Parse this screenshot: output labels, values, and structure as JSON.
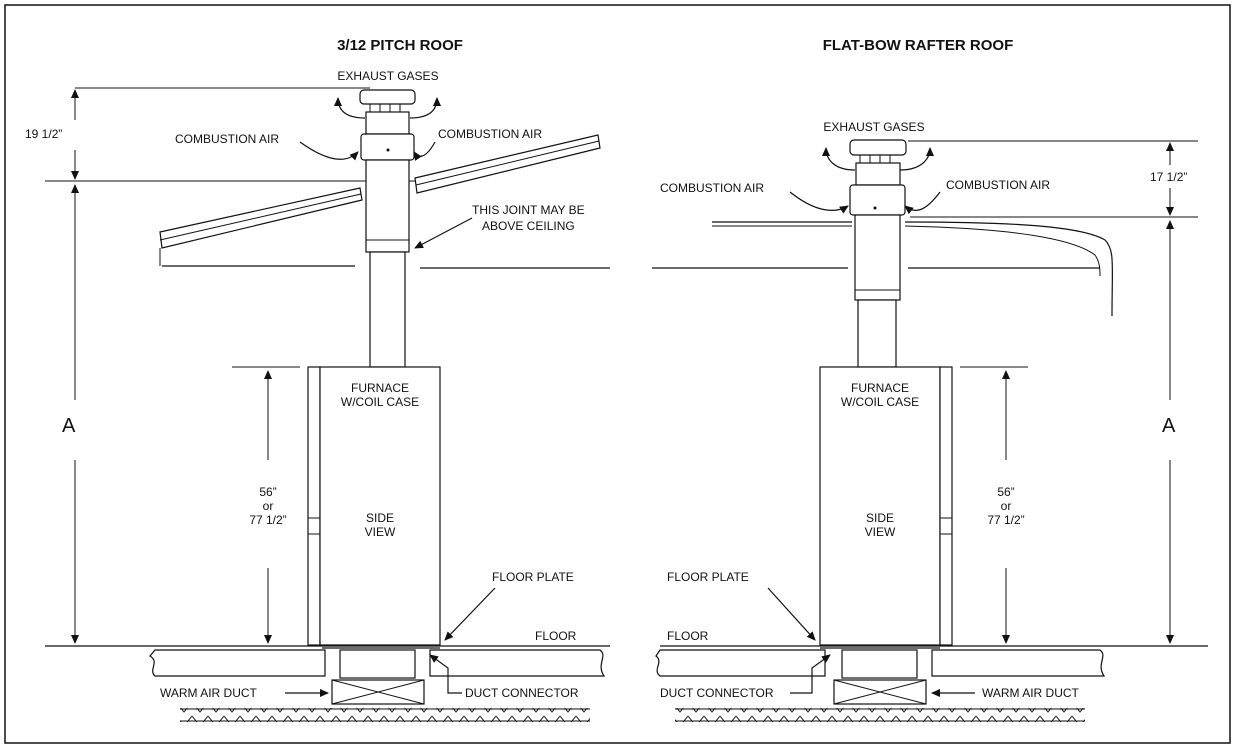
{
  "left": {
    "title": "3/12 PITCH ROOF",
    "exhaust": "EXHAUST GASES",
    "combustion_left": "COMBUSTION AIR",
    "combustion_right": "COMBUSTION AIR",
    "dim_top": "19 1/2”",
    "joint_line1": "THIS JOINT MAY BE",
    "joint_line2": "ABOVE CEILING",
    "dim_a": "A",
    "furnace_line1": "FURNACE",
    "furnace_line2": "W/COIL CASE",
    "side_line1": "SIDE",
    "side_line2": "VIEW",
    "dim_height_line1": "56”",
    "dim_height_line2": "or",
    "dim_height_line3": "77 1/2”",
    "floor_plate": "FLOOR PLATE",
    "floor": "FLOOR",
    "warm_air_duct": "WARM AIR DUCT",
    "duct_connector": "DUCT CONNECTOR"
  },
  "right": {
    "title": "FLAT-BOW RAFTER ROOF",
    "exhaust": "EXHAUST GASES",
    "combustion_left": "COMBUSTION AIR",
    "combustion_right": "COMBUSTION AIR",
    "dim_top": "17 1/2”",
    "dim_a": "A",
    "furnace_line1": "FURNACE",
    "furnace_line2": "W/COIL CASE",
    "side_line1": "SIDE",
    "side_line2": "VIEW",
    "dim_height_line1": "56”",
    "dim_height_line2": "or",
    "dim_height_line3": "77 1/2”",
    "floor_plate": "FLOOR PLATE",
    "floor": "FLOOR",
    "warm_air_duct": "WARM AIR DUCT",
    "duct_connector": "DUCT CONNECTOR"
  }
}
